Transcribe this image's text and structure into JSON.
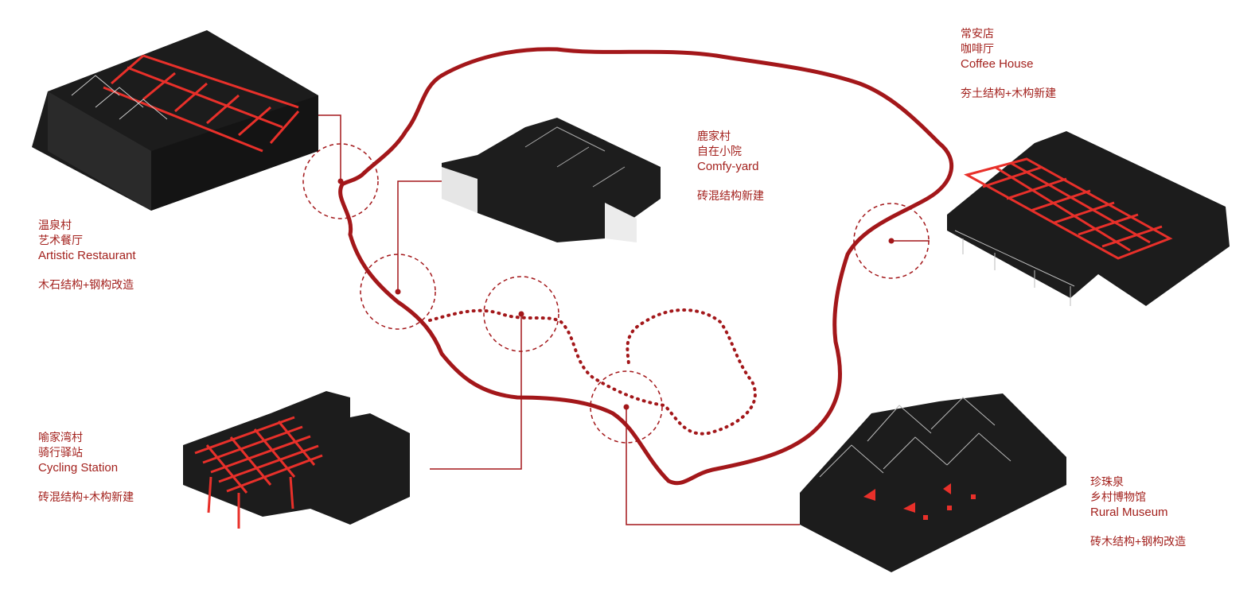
{
  "sites": [
    {
      "village": "温泉村",
      "name_cn": "艺术餐厅",
      "name_en": "Artistic Restaurant",
      "structure": "木石结构+钢构改造"
    },
    {
      "village": "鹿家村",
      "name_cn": "自在小院",
      "name_en": "Comfy-yard",
      "structure": "砖混结构新建"
    },
    {
      "village": "常安店",
      "name_cn": "咖啡厅",
      "name_en": "Coffee House",
      "structure": "夯土结构+木构新建"
    },
    {
      "village": "喻家湾村",
      "name_cn": "骑行驿站",
      "name_en": "Cycling Station",
      "structure": "砖混结构+木构新建"
    },
    {
      "village": "珍珠泉",
      "name_cn": "乡村博物馆",
      "name_en": "Rural Museum",
      "structure": "砖木结构+钢构改造"
    }
  ],
  "colors": {
    "accent": "#a3171a",
    "building": "#1e1e1e",
    "highlight": "#e8302a"
  }
}
